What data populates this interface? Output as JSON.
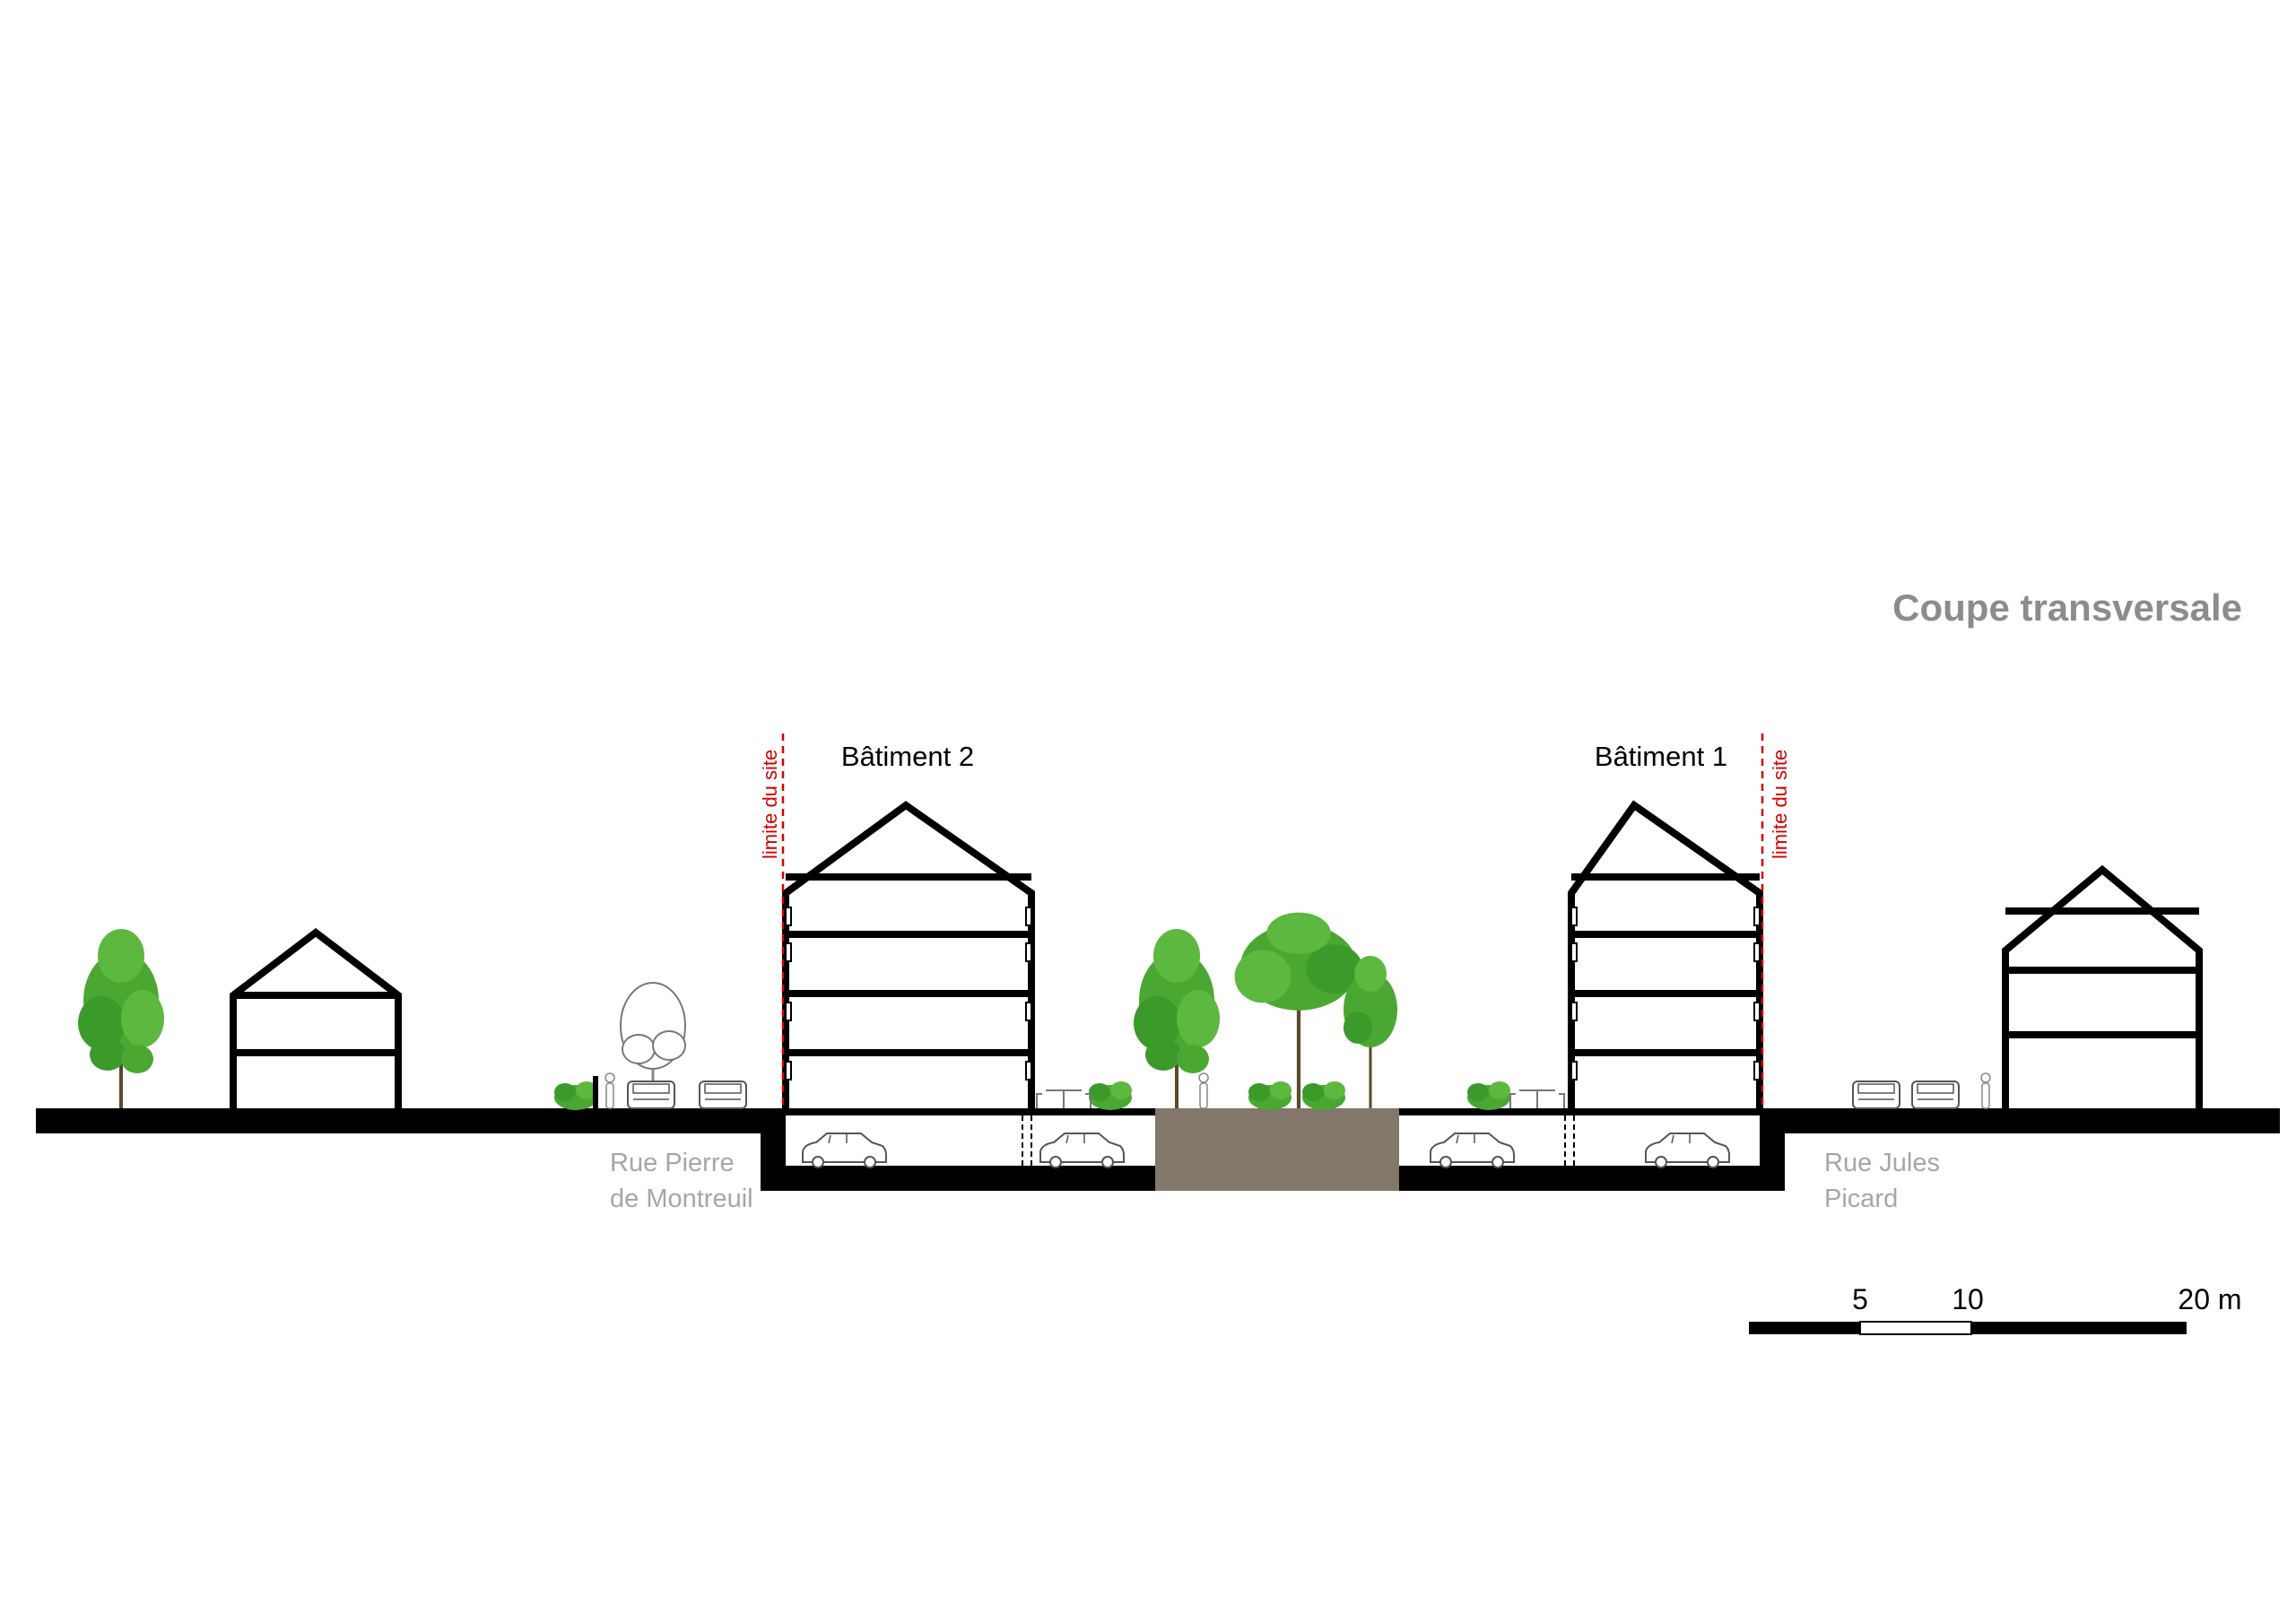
{
  "title": "Coupe transversale",
  "buildings": {
    "b2_label": "Bâtiment 2",
    "b1_label": "Bâtiment 1"
  },
  "site_limit": {
    "left_label": "limite du site",
    "right_label": "limite du site"
  },
  "streets": {
    "left_line1": "Rue Pierre",
    "left_line2": "de Montreuil",
    "right_line1": "Rue Jules",
    "right_line2": "Picard"
  },
  "scale_bar": {
    "tick_5": "5",
    "tick_10": "10",
    "tick_20": "20 m"
  },
  "colors": {
    "ink": "#000000",
    "title_gray": "#8c8c8c",
    "street_gray": "#a6a6a6",
    "site_limit_red": "#d40000",
    "tree_green": "#3a9a2a",
    "tree_green_light": "#5cb83e",
    "courtyard_earth": "#82776a"
  },
  "icons": {
    "tree": "tree-icon",
    "car": "car-icon",
    "person": "person-icon",
    "shrub": "shrub-icon",
    "bench": "table-chairs-icon"
  }
}
